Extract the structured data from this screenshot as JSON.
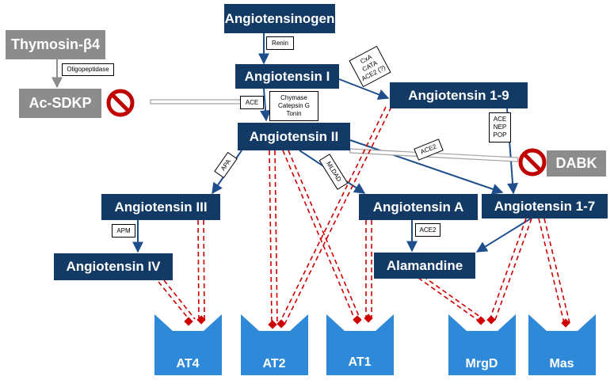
{
  "colors": {
    "node": "#123a64",
    "grey_node": "#8c8c8c",
    "arrow": "#1f4e8c",
    "inhibit": "#d00000",
    "receptor": "#2e8ad8"
  },
  "nodes": {
    "angiotensinogen": "Angiotensinogen",
    "angiotensin_i": "Angiotensin I",
    "angiotensin_ii": "Angiotensin II",
    "angiotensin_iii": "Angiotensin III",
    "angiotensin_iv": "Angiotensin IV",
    "angiotensin_1_9": "Angiotensin 1-9",
    "angiotensin_a": "Angiotensin A",
    "angiotensin_1_7": "Angiotensin 1-7",
    "alamandine": "Alamandine",
    "thymosin": "Thymosin-β4",
    "ac_sdkp": "Ac-SDKP",
    "dabk": "DABK"
  },
  "enzymes": {
    "renin": "Renin",
    "oligopeptidase": "Oligopeptidase",
    "ace_left": "ACE",
    "chymase": "Chymase",
    "catepsin": "Catepsin  G",
    "tonin": "Tonin",
    "cxa": "CxA",
    "cata": "CATA",
    "ace2_q": "ACE2 (?)",
    "ace_1_9": "ACE",
    "nep": "NEP",
    "pop": "POP",
    "ace2_dabk": "ACE2",
    "apa": "APA",
    "apm": "APM",
    "mldad": "MLDAD",
    "ace2_ala": "ACE2"
  },
  "receptors": {
    "at4": "AT4",
    "at2": "AT2",
    "at1": "AT1",
    "mrgd": "MrgD",
    "mas": "Mas"
  },
  "icons": {
    "inhibit": "prohibition-icon",
    "receptor": "receptor-shape"
  }
}
